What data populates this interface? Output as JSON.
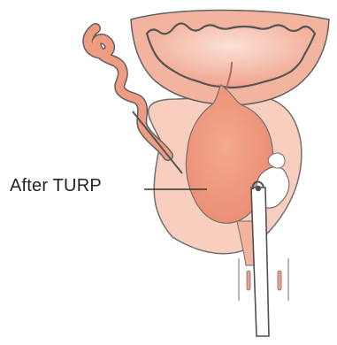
{
  "annotation": {
    "label": "After TURP"
  },
  "colors": {
    "tissue_fill": "#f0a088",
    "tissue_light": "#f8c6b2",
    "tissue_dark": "#e4785e",
    "outline": "#606060",
    "cavity": "#ffffff",
    "instrument": "#505050"
  },
  "illustration": {
    "subject": "prostate-and-bladder-cross-section",
    "instrument": "resectoscope"
  }
}
